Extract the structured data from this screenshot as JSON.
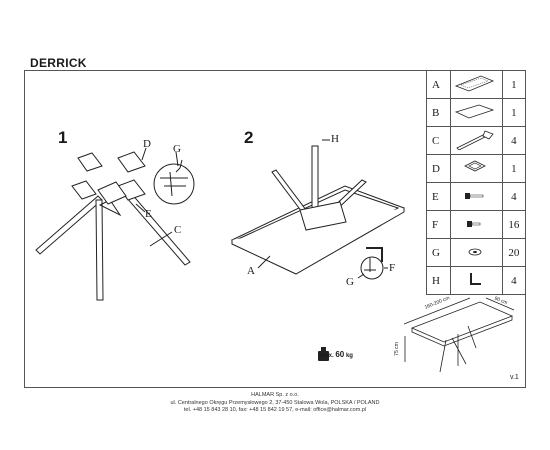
{
  "title": "DERRICK",
  "steps": [
    "1",
    "2"
  ],
  "step1_labels": {
    "d": "D",
    "g": "G",
    "e": "E",
    "c": "C"
  },
  "step2_labels": {
    "h": "H",
    "a": "A",
    "f": "F",
    "g": "G"
  },
  "parts": [
    {
      "code": "A",
      "qty": "1",
      "icon": "table-top-icon"
    },
    {
      "code": "B",
      "qty": "1",
      "icon": "extension-leaf-icon"
    },
    {
      "code": "C",
      "qty": "4",
      "icon": "leg-icon"
    },
    {
      "code": "D",
      "qty": "1",
      "icon": "bracket-icon"
    },
    {
      "code": "E",
      "qty": "4",
      "icon": "long-screw-icon"
    },
    {
      "code": "F",
      "qty": "16",
      "icon": "short-screw-icon"
    },
    {
      "code": "G",
      "qty": "20",
      "icon": "washer-icon"
    },
    {
      "code": "H",
      "qty": "4",
      "icon": "allen-key-icon"
    }
  ],
  "max_load": {
    "label": "max.",
    "value": "60",
    "unit": "kg"
  },
  "dimensions": {
    "length": "160-200 cm",
    "width": "90 cm",
    "height": "75 cm"
  },
  "version": "v.1",
  "footer": {
    "company": "HALMAR Sp. z o.o.",
    "address": "ul. Centralnego Okręgu Przemysłowego 2, 37-450 Stalowa Wola, POLSKA / POLAND",
    "contact": "tel. +48 15 843 28 10, fax: +48 15 842 19 57, e-mail: office@halmar.com.pl"
  }
}
